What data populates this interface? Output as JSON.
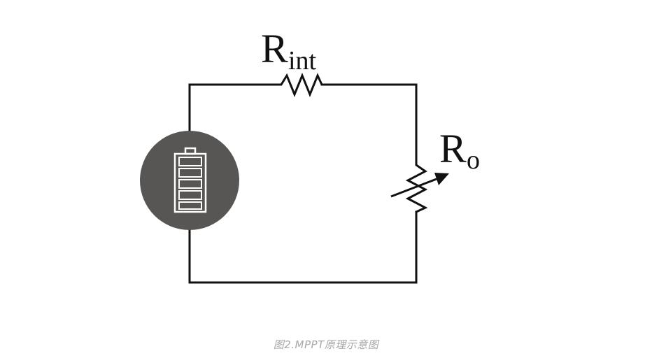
{
  "diagram": {
    "labels": {
      "r_int_main": "R",
      "r_int_sub": "int",
      "r_o_main": "R",
      "r_o_sub": "o"
    },
    "icons": {
      "battery": "battery-icon"
    },
    "colors": {
      "wire": "#111111",
      "battery_circle": "#585654",
      "battery_outline": "#ffffff"
    }
  },
  "caption": "图2.MPPT原理示意图"
}
